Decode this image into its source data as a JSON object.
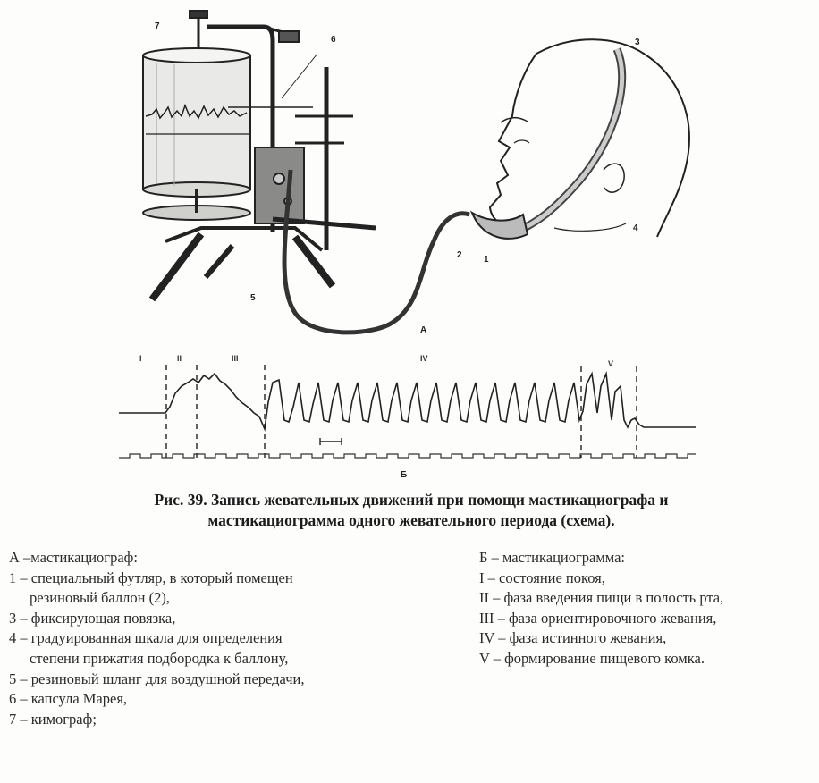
{
  "figure": {
    "device_labels": {
      "n1": "1",
      "n2": "2",
      "n3": "3",
      "n4": "4",
      "n5": "5",
      "n6": "6",
      "n7": "7",
      "letter_a": "А",
      "letter_b": "Б"
    },
    "phase_labels": [
      "I",
      "II",
      "III",
      "IV",
      "V"
    ]
  },
  "caption": {
    "line1": "Рис. 39. Запись жевательных движений при помощи мастикациографа и",
    "line2": "мастикациограмма одного жевательного периода (схема)."
  },
  "legend_a": {
    "items": [
      "А –мастикациограф:",
      "1 – специальный футляр, в который помещен",
      "резиновый баллон (2),",
      "3 – фиксирующая повязка,",
      "4 – градуированная шкала для определения",
      "степени прижатия подбородка к баллону,",
      "5 – резиновый шланг для воздушной передачи,",
      "6 – капсула Марея,",
      "7 – кимограф;"
    ]
  },
  "legend_b": {
    "items": [
      "Б – мастикациограмма:",
      "I – состояние покоя,",
      "II – фаза введения пищи в полость рта,",
      "III – фаза ориентировочного жевания,",
      "IV – фаза истинного жевания,",
      "V – формирование пищевого комка."
    ]
  }
}
